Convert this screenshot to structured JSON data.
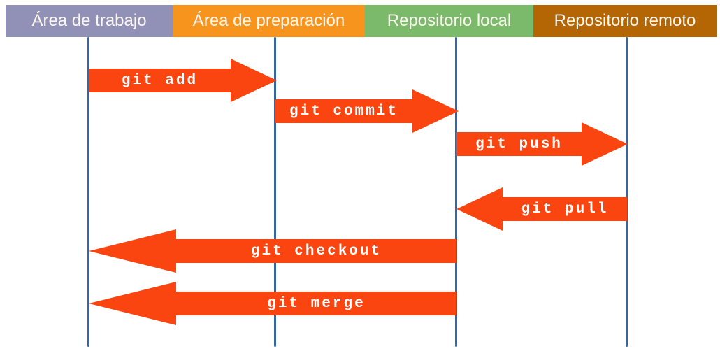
{
  "diagram": {
    "type": "sequence-flow",
    "subject": "Git workflow commands between areas",
    "arrow_color": "#fa4510",
    "lifeline_color": "#3465a4",
    "label_text_color": "#ffffff",
    "header_text_color": "#fbf7f0",
    "columns": [
      {
        "label": "Área de trabajo",
        "color": "#9190b6"
      },
      {
        "label": "Área de preparación",
        "color": "#f7941d"
      },
      {
        "label": "Repositorio local",
        "color": "#7cba6b"
      },
      {
        "label": "Repositorio remoto",
        "color": "#b46504"
      }
    ],
    "arrows": [
      {
        "label": "git add",
        "from": "Área de trabajo",
        "to": "Área de preparación",
        "direction": "right"
      },
      {
        "label": "git commit",
        "from": "Área de preparación",
        "to": "Repositorio local",
        "direction": "right"
      },
      {
        "label": "git push",
        "from": "Repositorio local",
        "to": "Repositorio remoto",
        "direction": "right"
      },
      {
        "label": "git pull",
        "from": "Repositorio remoto",
        "to": "Repositorio local",
        "direction": "left"
      },
      {
        "label": "git checkout",
        "from": "Repositorio local",
        "to": "Área de trabajo",
        "direction": "left"
      },
      {
        "label": "git merge",
        "from": "Repositorio local",
        "to": "Área de trabajo",
        "direction": "left"
      }
    ]
  }
}
